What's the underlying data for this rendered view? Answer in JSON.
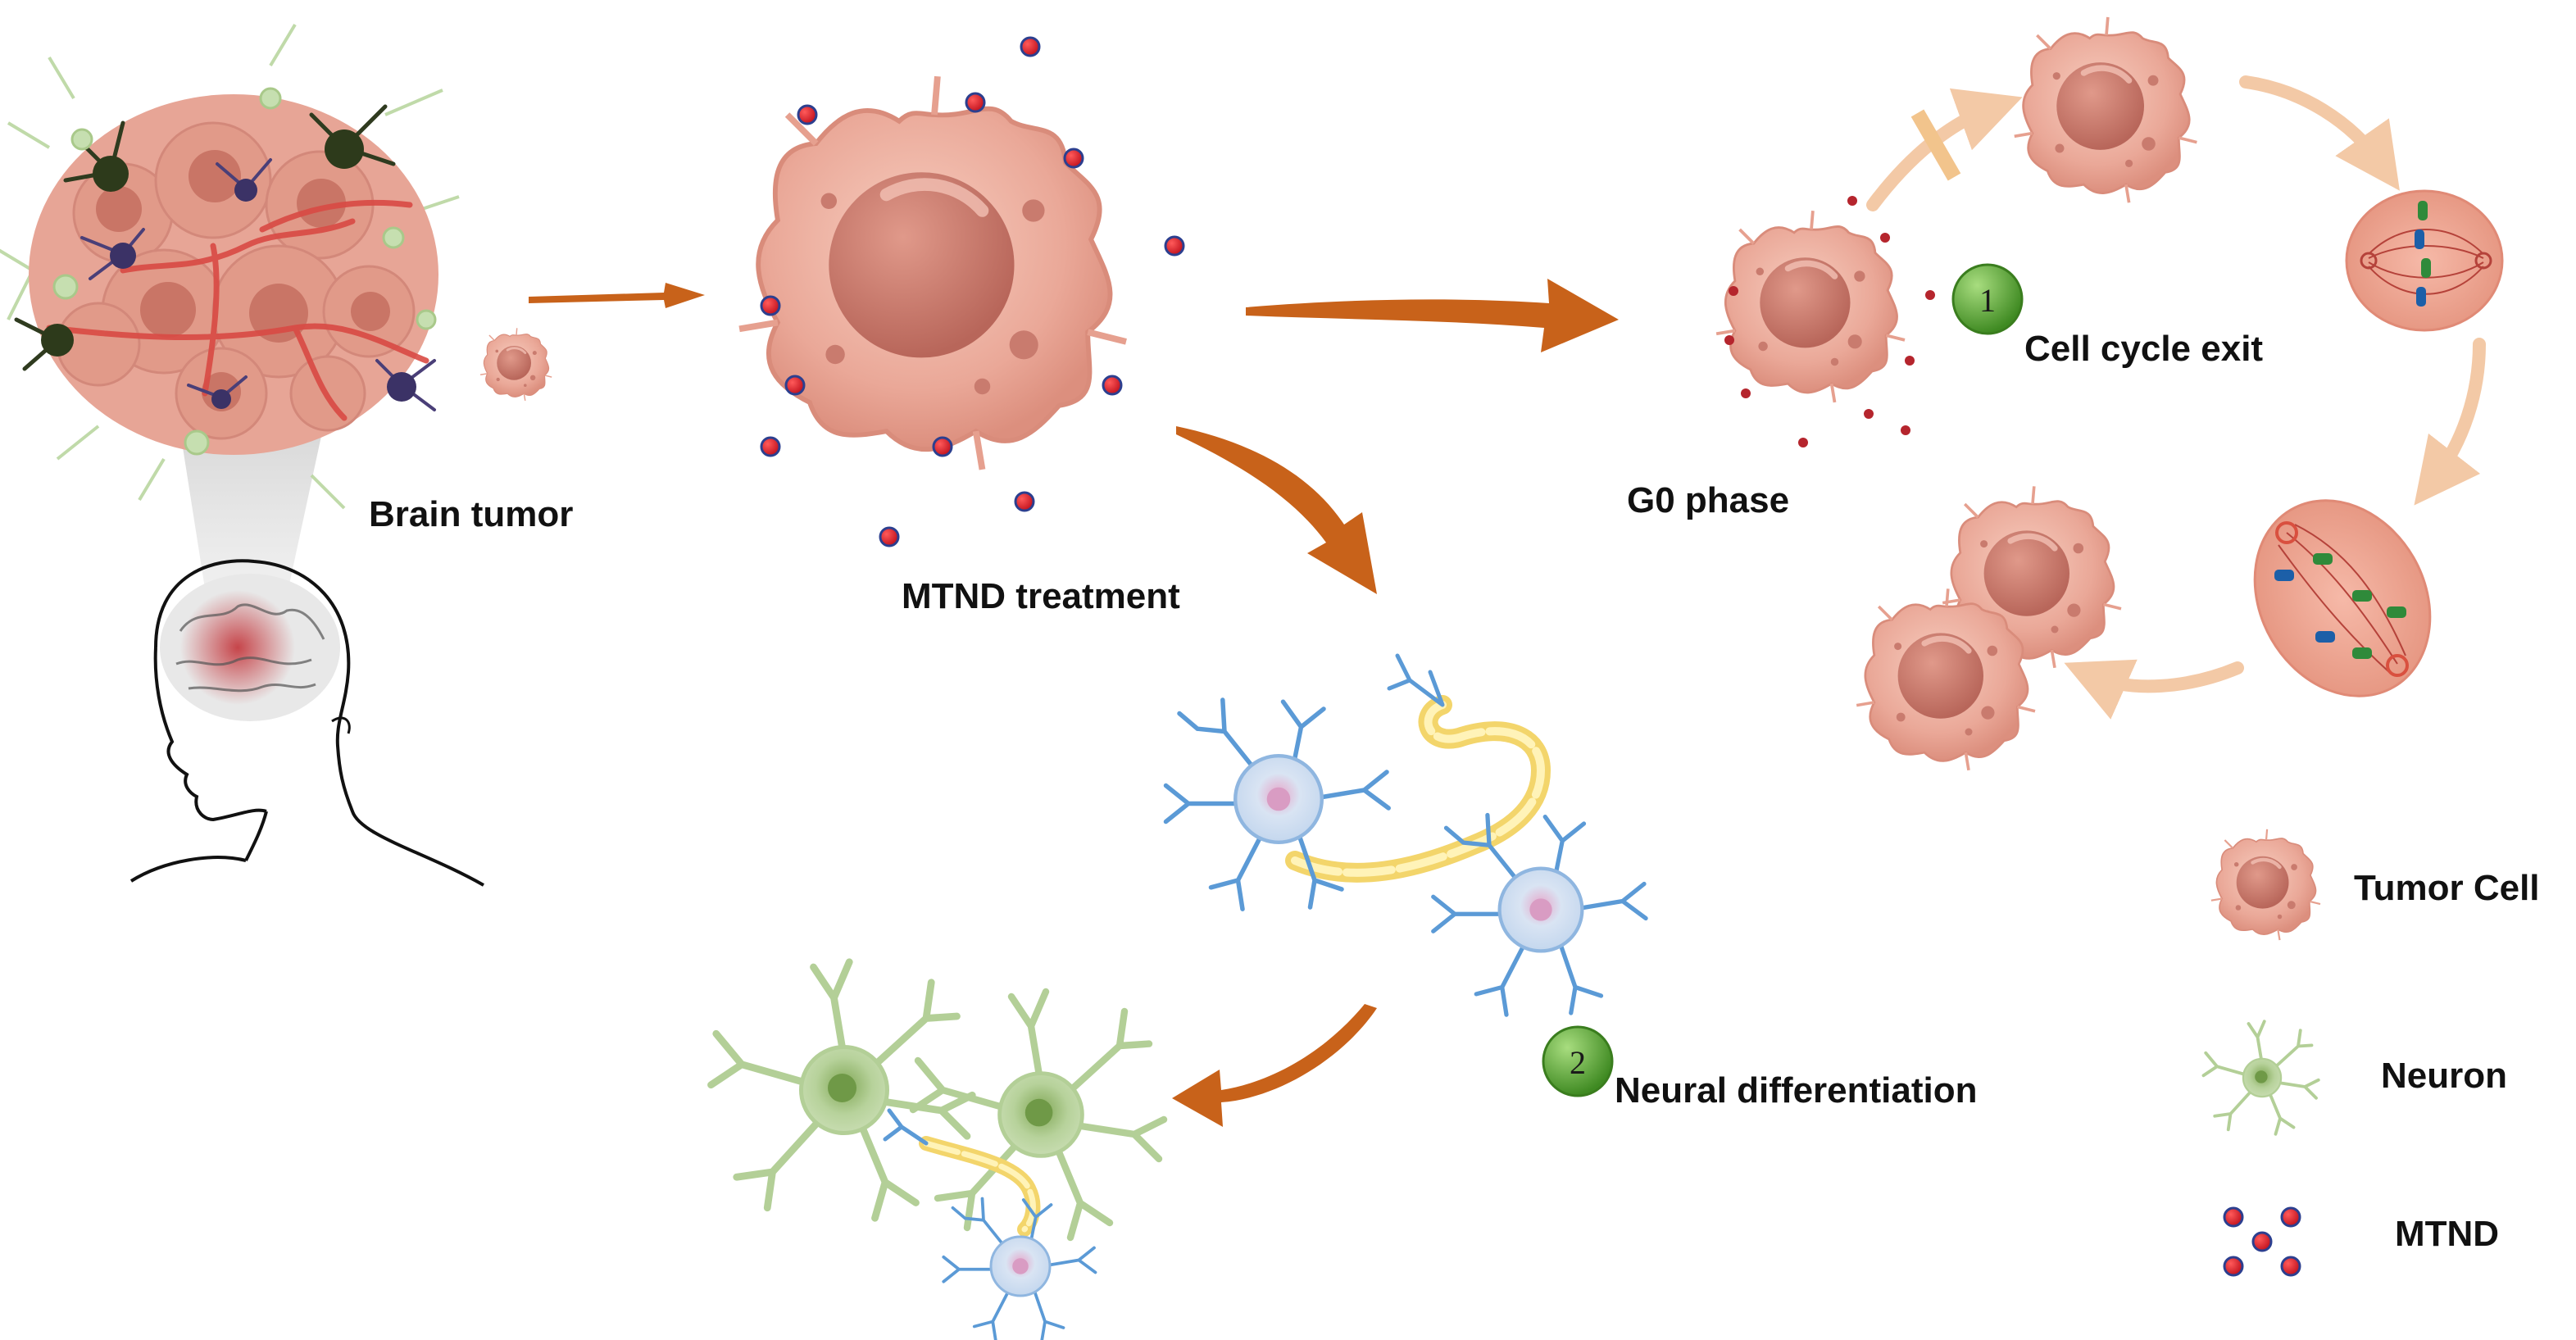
{
  "labels": {
    "brain_tumor": "Brain tumor",
    "mtnd_treatment": "MTND treatment",
    "g0_phase": "G0 phase",
    "cell_cycle_exit": "Cell cycle exit",
    "neural_differentiation": "Neural differentiation"
  },
  "badges": {
    "one": "1",
    "two": "2"
  },
  "legend": {
    "tumor_cell": "Tumor Cell",
    "neuron": "Neuron",
    "mtnd": "MTND"
  },
  "colors": {
    "arrow_orange": "#c8621a",
    "arrow_light": "#f3c9a6",
    "tumor_pink": "#e8a394",
    "tumor_nucleus": "#c9786b",
    "mtnd_red": "#d01f2a",
    "mtnd_blue": "#2c3f8f",
    "neuron_green": "#a9c98a",
    "neuron_blue": "#5b9ad6",
    "axon_yellow": "#f3d56b",
    "badge_green": "#5fa83a"
  },
  "icons": {
    "tumor": "tumor-cell-icon",
    "neuron": "neuron-icon",
    "mtnd": "mtnd-particles-icon"
  }
}
